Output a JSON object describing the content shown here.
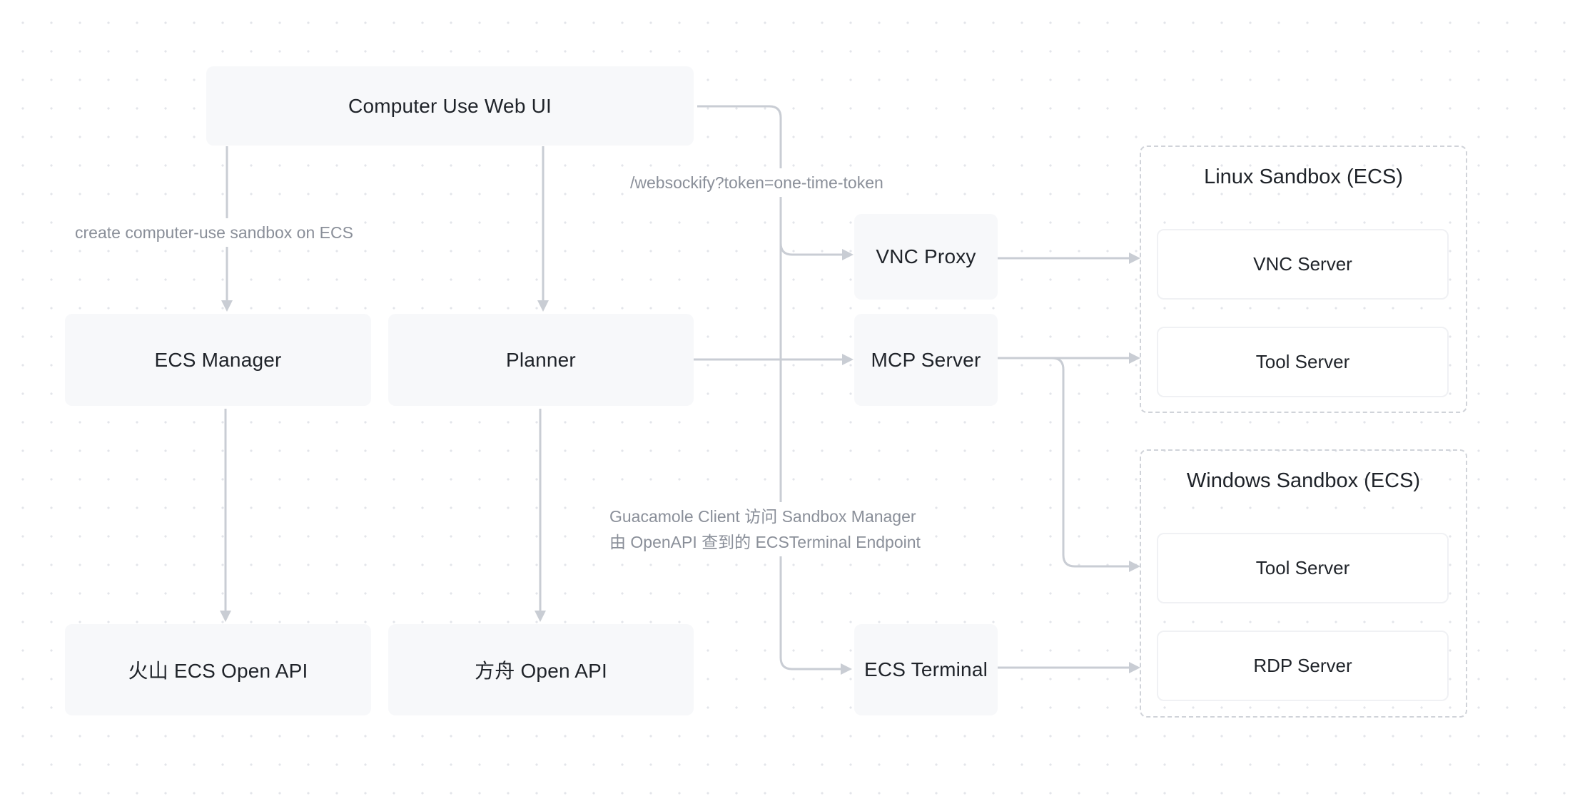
{
  "nodes": {
    "web_ui": "Computer Use Web UI",
    "ecs_manager": "ECS Manager",
    "planner": "Planner",
    "volc_ecs_api": "火山 ECS Open API",
    "fangzhou_api": "方舟 Open API",
    "vnc_proxy": "VNC Proxy",
    "mcp_server": "MCP Server",
    "ecs_terminal": "ECS Terminal"
  },
  "groups": {
    "linux": {
      "title": "Linux Sandbox (ECS)",
      "vnc_server": "VNC Server",
      "tool_server": "Tool Server"
    },
    "windows": {
      "title": "Windows Sandbox (ECS)",
      "tool_server": "Tool Server",
      "rdp_server": "RDP Server"
    }
  },
  "edge_labels": {
    "create_sandbox": "create computer-use sandbox on ECS",
    "websockify": "/websockify?token=one-time-token",
    "guacamole_line1": "Guacamole Client 访问 Sandbox Manager",
    "guacamole_line2": "由 OpenAPI 查到的 ECSTerminal Endpoint"
  }
}
